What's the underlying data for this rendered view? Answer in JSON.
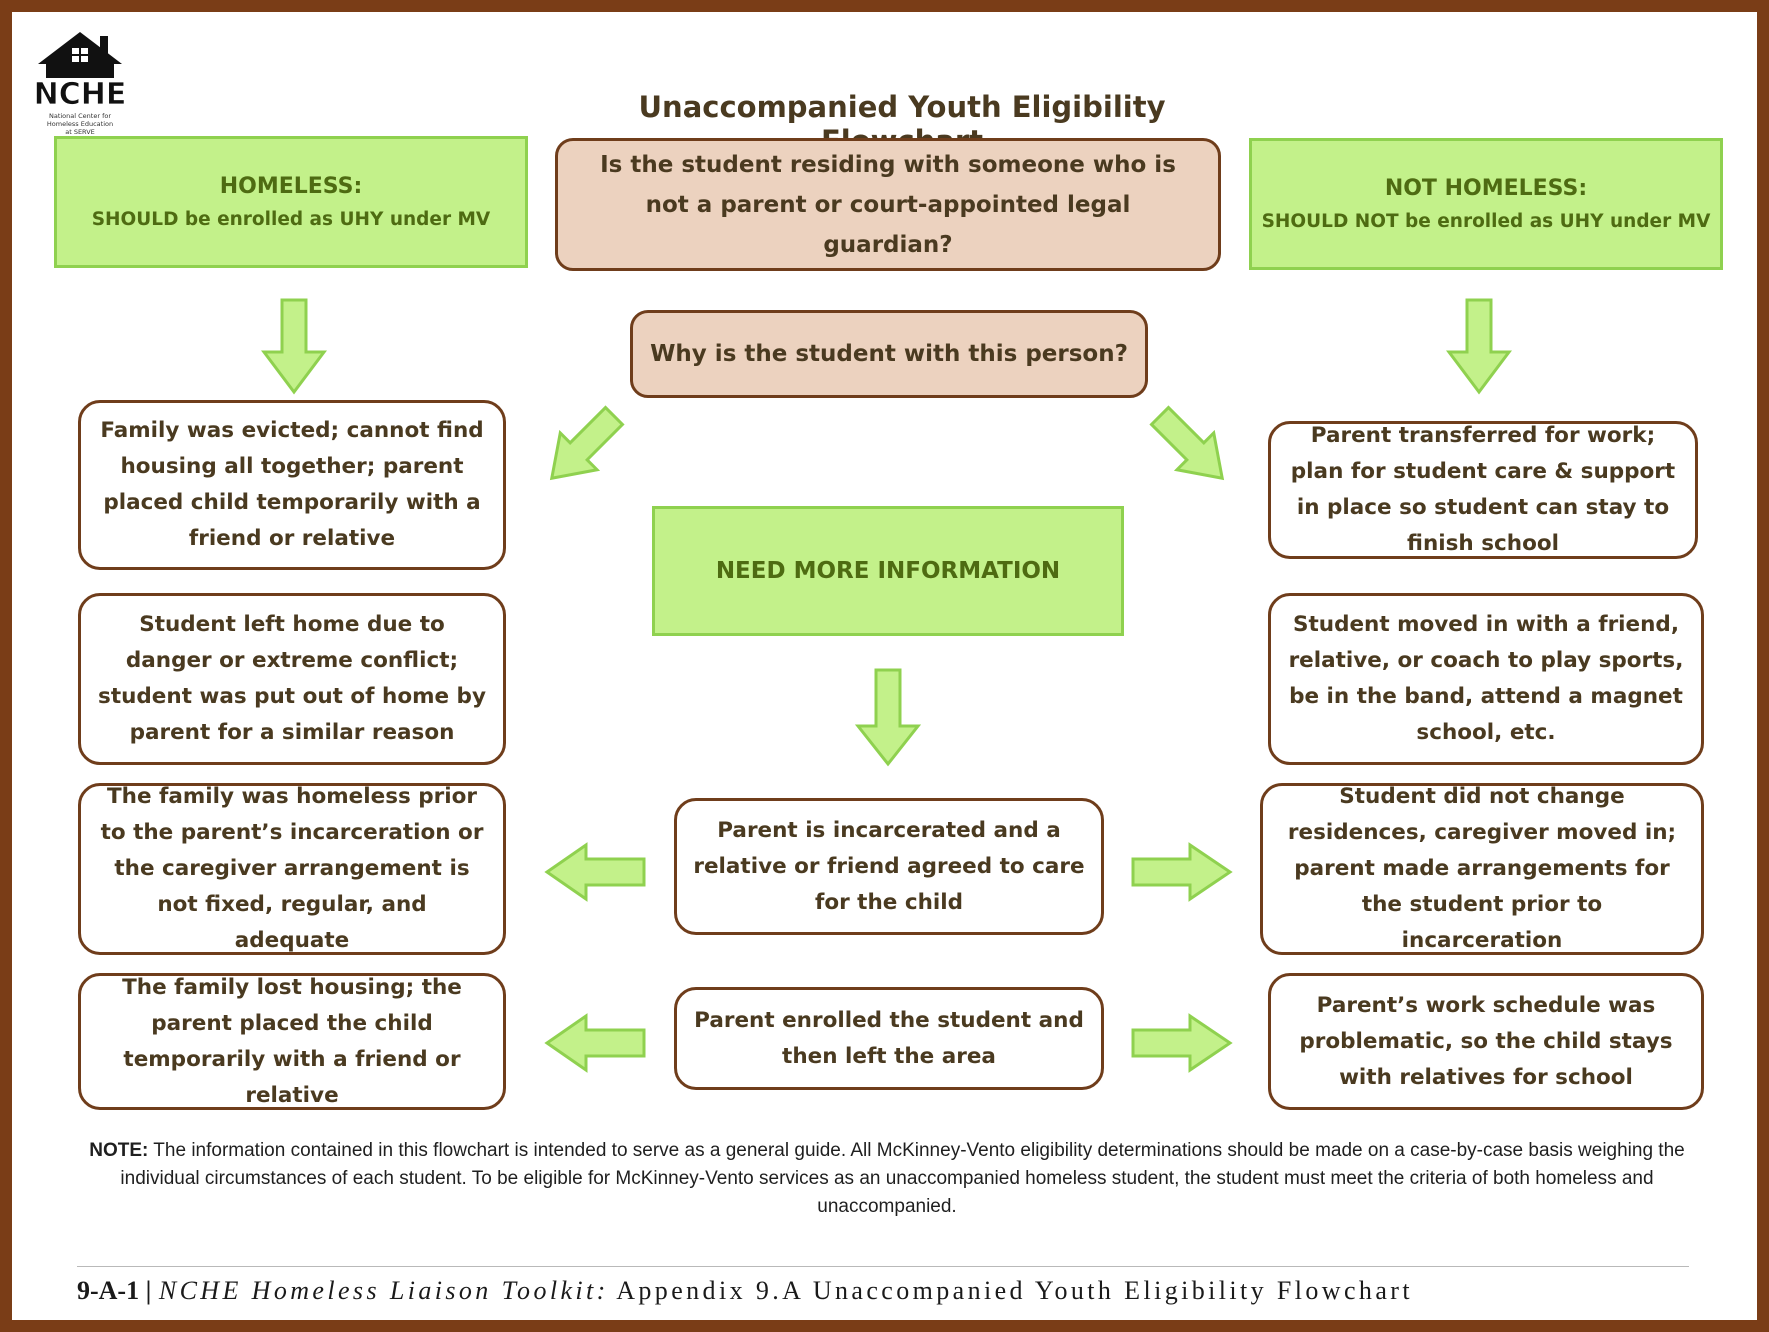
{
  "logo": {
    "acronym": "NCHE",
    "tagline": "National Center for Homeless Education at SERVE"
  },
  "title": "Unaccompanied Youth Eligibility Flowchart",
  "question": "Is the student residing with someone who is not a parent or court-appointed legal guardian?",
  "question_why": "Why is the student with this person?",
  "homeless": {
    "heading": "HOMELESS:",
    "sub": "SHOULD be enrolled as UHY under MV"
  },
  "not_homeless": {
    "heading": "NOT HOMELESS:",
    "sub": "SHOULD NOT be enrolled as UHY under MV"
  },
  "need_more": "NEED MORE INFORMATION",
  "left_boxes": [
    "Family was evicted; cannot find housing all together; parent placed child temporarily with a friend or relative",
    "Student left home due to danger or extreme conflict; student was put out of home by parent for a similar reason",
    "The family was homeless prior to the parent’s incarceration or the caregiver arrangement is not fixed, regular, and adequate",
    "The family lost housing; the parent placed the child temporarily with a friend or relative"
  ],
  "right_boxes": [
    "Parent transferred for work; plan for student care & support in place so student can stay to finish school",
    "Student moved in with a friend, relative, or coach to play sports, be in the band, attend a magnet school, etc.",
    "Student did not change residences, caregiver moved in; parent made arrangements for the student prior to incarceration",
    "Parent’s work schedule was problematic, so the child stays with relatives for school"
  ],
  "center_boxes": [
    "Parent is incarcerated and a relative or friend agreed to care for the child",
    "Parent enrolled the student and then left the area"
  ],
  "note": {
    "label": "NOTE:",
    "text": " The information contained in this flowchart is intended to serve as a general guide. All McKinney-Vento eligibility determinations should be made on a case-by-case basis weighing the individual circumstances of each student. To be eligible for McKinney-Vento services as an unaccompanied homeless student, the student must meet the criteria of both homeless and unaccompanied."
  },
  "footer": {
    "code": "9-A-1 |",
    "italic": "NCHE Homeless Liaison Toolkit:",
    "rest": "Appendix 9.A Unaccompanied Youth Eligibility Flowchart"
  },
  "colors": {
    "frame": "#7a3d17",
    "green_fill": "#c3f18a",
    "green_border": "#8fd14f",
    "tan_fill": "#ecd2bf",
    "brown_border": "#6f3d1b",
    "text_brown": "#4a3a20",
    "text_green": "#4e6b12"
  }
}
